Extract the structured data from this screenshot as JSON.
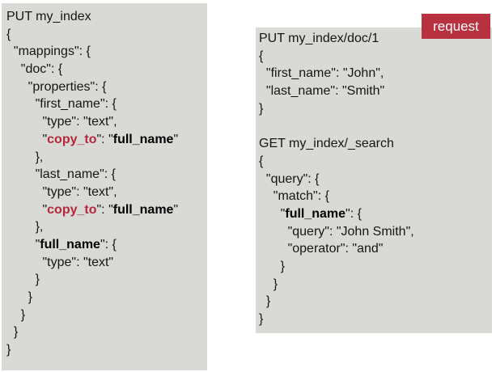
{
  "badge": {
    "label": "request"
  },
  "left_code": {
    "lines": [
      "PUT my_index",
      "{",
      "  \"mappings\": {",
      "    \"doc\": {",
      "      \"properties\": {",
      "        \"first_name\": {",
      "          \"type\": \"text\",",
      "          \"copy_to\": \"full_name\"",
      "        },",
      "        \"last_name\": {",
      "          \"type\": \"text\",",
      "          \"copy_to\": \"full_name\"",
      "        },",
      "        \"full_name\": {",
      "          \"type\": \"text\"",
      "        }",
      "      }",
      "    }",
      "  }",
      "}"
    ]
  },
  "right_code": {
    "lines": [
      "PUT my_index/doc/1",
      "{",
      "  \"first_name\": \"John\",",
      "  \"last_name\": \"Smith\"",
      "}",
      "",
      "GET my_index/_search",
      "{",
      "  \"query\": {",
      "    \"match\": {",
      "      \"full_name\": {",
      "        \"query\": \"John Smith\",",
      "        \"operator\": \"and\"",
      "      }",
      "    }",
      "  }",
      "}"
    ]
  },
  "highlights": {
    "red_key": "copy_to",
    "bold_key": "full_name",
    "red_color": "#b3283a",
    "badge_color": "#b8313f",
    "panel_color": "#d9d9d6"
  }
}
